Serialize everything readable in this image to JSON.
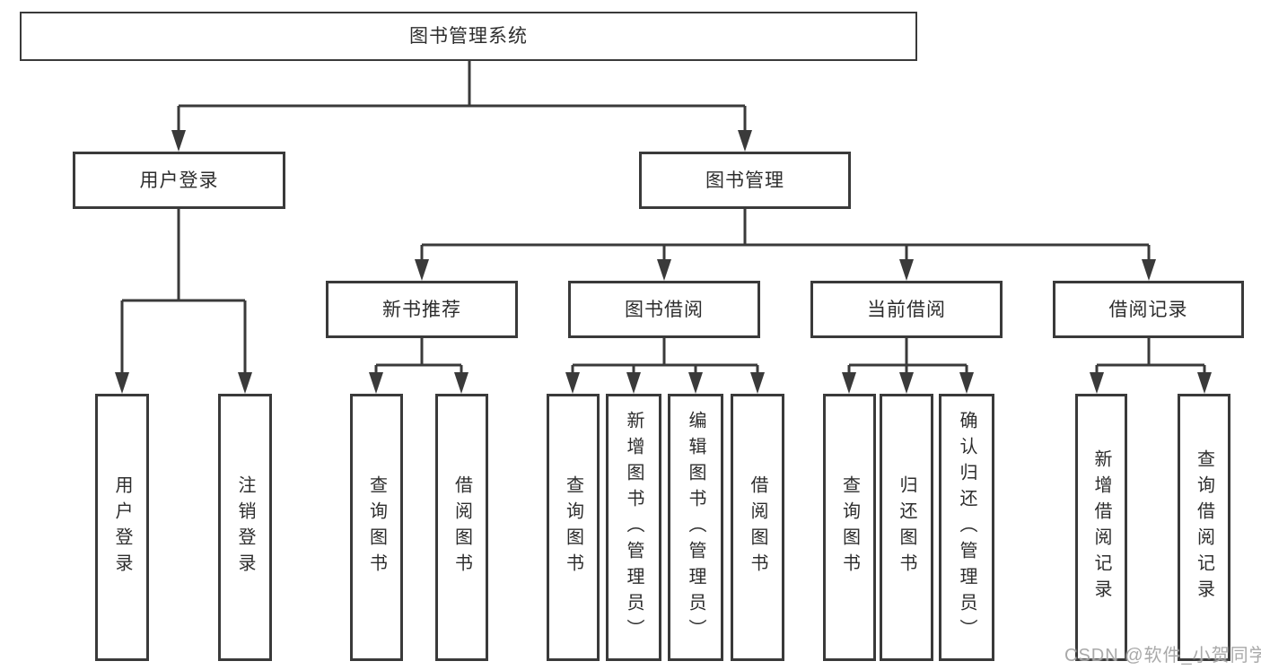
{
  "diagram": {
    "title": "图书管理系统",
    "nodes": {
      "root": {
        "label": "图书管理系统"
      },
      "l2_user_login": {
        "label": "用户登录"
      },
      "l2_book_mgmt": {
        "label": "图书管理"
      },
      "l3_new_book_rec": {
        "label": "新书推荐"
      },
      "l3_book_borrow": {
        "label": "图书借阅"
      },
      "l3_current_borrow": {
        "label": "当前借阅"
      },
      "l3_borrow_records": {
        "label": "借阅记录"
      },
      "leaf_user_login": {
        "label": "用户登录"
      },
      "leaf_logout": {
        "label": "注销登录"
      },
      "leaf_rec_query_books": {
        "label": "查询图书"
      },
      "leaf_rec_borrow_books": {
        "label": "借阅图书"
      },
      "leaf_bor_query_books": {
        "label": "查询图书"
      },
      "leaf_bor_add_books": {
        "label": "新增图书（管理员）"
      },
      "leaf_bor_edit_books": {
        "label": "编辑图书（管理员）"
      },
      "leaf_bor_borrow_books": {
        "label": "借阅图书"
      },
      "leaf_cur_query_books": {
        "label": "查询图书"
      },
      "leaf_cur_return_books": {
        "label": "归还图书"
      },
      "leaf_cur_confirm_return": {
        "label": "确认归还（管理员）"
      },
      "leaf_recs_add_record": {
        "label": "新增借阅记录"
      },
      "leaf_recs_query_record": {
        "label": "查询借阅记录"
      }
    },
    "hierarchy": {
      "图书管理系统": {
        "用户登录": [
          "用户登录",
          "注销登录"
        ],
        "图书管理": {
          "新书推荐": [
            "查询图书",
            "借阅图书"
          ],
          "图书借阅": [
            "查询图书",
            "新增图书（管理员）",
            "编辑图书（管理员）",
            "借阅图书"
          ],
          "当前借阅": [
            "查询图书",
            "归还图书",
            "确认归还（管理员）"
          ],
          "借阅记录": [
            "新增借阅记录",
            "查询借阅记录"
          ]
        }
      }
    }
  },
  "watermark": {
    "text": "CSDN @软件_小贺同学"
  },
  "colors": {
    "background": "#ffffff",
    "line": "#3a3a3a",
    "text": "#2d2d2d",
    "watermark": "rgba(162,162,162,0.92)"
  }
}
